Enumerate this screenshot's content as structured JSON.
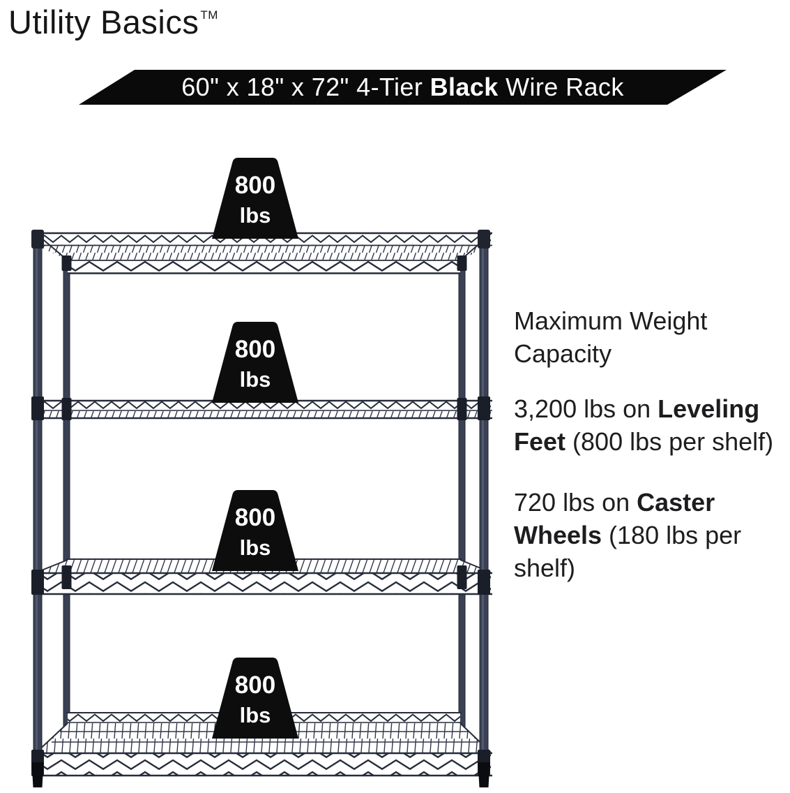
{
  "brand": {
    "name": "Utility Basics",
    "trademark": "TM"
  },
  "banner": {
    "prefix": "60\" x 18\" x 72\" 4-Tier ",
    "bold": "Black",
    "suffix": " Wire Rack"
  },
  "badges": [
    {
      "value": "800",
      "unit": "lbs"
    },
    {
      "value": "800",
      "unit": "lbs"
    },
    {
      "value": "800",
      "unit": "lbs"
    },
    {
      "value": "800",
      "unit": "lbs"
    }
  ],
  "info": {
    "heading": "Maximum Weight Capacity",
    "paragraphs": [
      {
        "before": "3,200 lbs on ",
        "bold": "Leveling Feet",
        "after": " (800 lbs per shelf)"
      },
      {
        "before": "720 lbs on ",
        "bold": "Caster Wheels",
        "after": " (180 lbs per shelf)"
      }
    ]
  },
  "colors": {
    "banner_bg": "#0a0a0a",
    "badge_bg": "#0d0d0d",
    "rack_navy": "#3a4154",
    "rack_dark": "#262c3a",
    "text": "#1d1d1f",
    "white": "#ffffff"
  }
}
